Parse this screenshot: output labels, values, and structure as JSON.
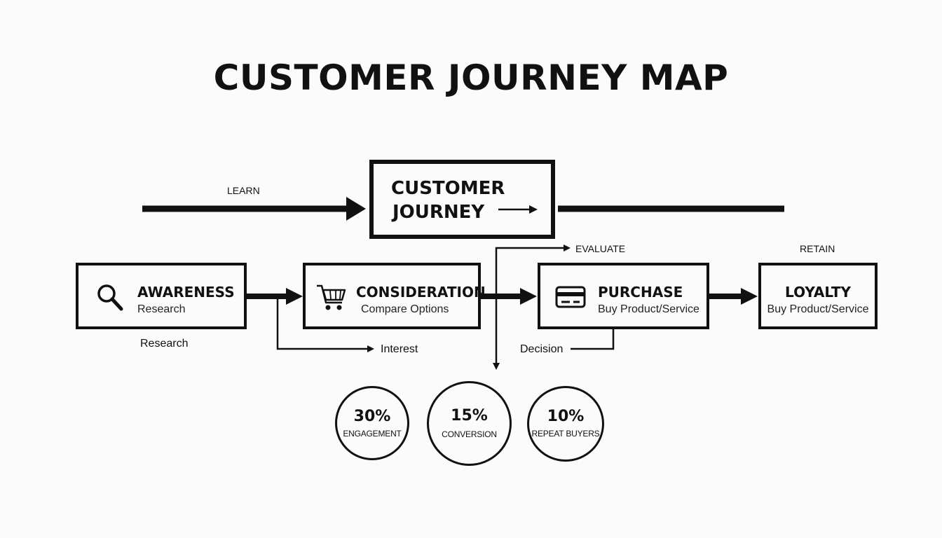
{
  "title": "CUSTOMER JOURNEY MAP",
  "center": {
    "line1": "CUSTOMER",
    "line2": "JOURNEY"
  },
  "flow_labels": {
    "learn": "LEARN",
    "evaluate": "EVALUATE",
    "retain": "RETAIN",
    "research": "Research",
    "interest": "Interest",
    "decision": "Decision"
  },
  "stages": [
    {
      "title": "AWARENESS",
      "subtitle": "Research",
      "icon": "search-icon"
    },
    {
      "title": "CONSIDERATION",
      "subtitle": "Compare Options",
      "icon": "cart-icon"
    },
    {
      "title": "PURCHASE",
      "subtitle": "Buy Product/Service",
      "icon": "credit-card-icon"
    },
    {
      "title": "LOYALTY",
      "subtitle": "Buy Product/Service",
      "icon": ""
    }
  ],
  "metrics": [
    {
      "value": "30%",
      "label": "ENGAGEMENT"
    },
    {
      "value": "15%",
      "label": "CONVERSION"
    },
    {
      "value": "10%",
      "label": "REPEAT BUYERS"
    }
  ],
  "colors": {
    "ink": "#111111",
    "background": "#fbfbfb"
  }
}
